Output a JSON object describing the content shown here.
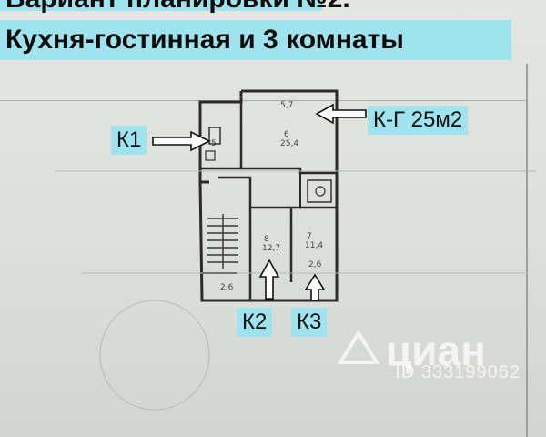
{
  "banner": {
    "line1": "Вариант планировки №2.",
    "line2": "Кухня-гостинная и 3 комнаты"
  },
  "labels": {
    "k1": "К1",
    "kg": "К-Г  25м2",
    "k2": "К2",
    "k3": "К3"
  },
  "watermark": {
    "brand": "циан",
    "id": "ID 333199062"
  },
  "colors": {
    "banner": "#9fe3ee",
    "plan_lines": "#2b2b2b"
  }
}
